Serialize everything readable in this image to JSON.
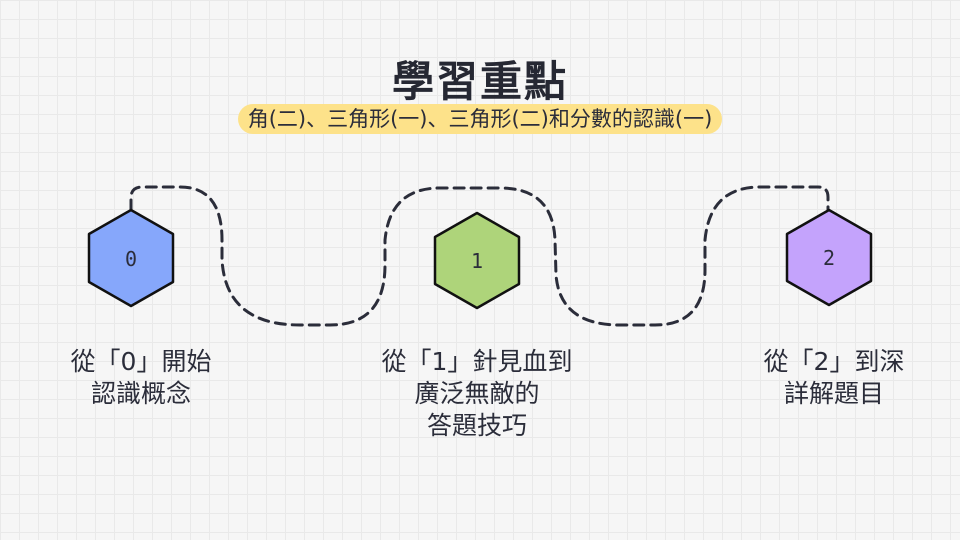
{
  "header": {
    "title": "學習重點",
    "subtitle": "角(二)、三角形(一)、三角形(二)和分數的認識(一)"
  },
  "steps": [
    {
      "number": "0",
      "label": "從「0」開始\n認識概念",
      "color": "#86a7fb"
    },
    {
      "number": "1",
      "label": "從「1」針見血到\n廣泛無敵的\n答題技巧",
      "color": "#aed47a"
    },
    {
      "number": "2",
      "label": "從「2」到深\n詳解題目",
      "color": "#c4a3fc"
    }
  ]
}
